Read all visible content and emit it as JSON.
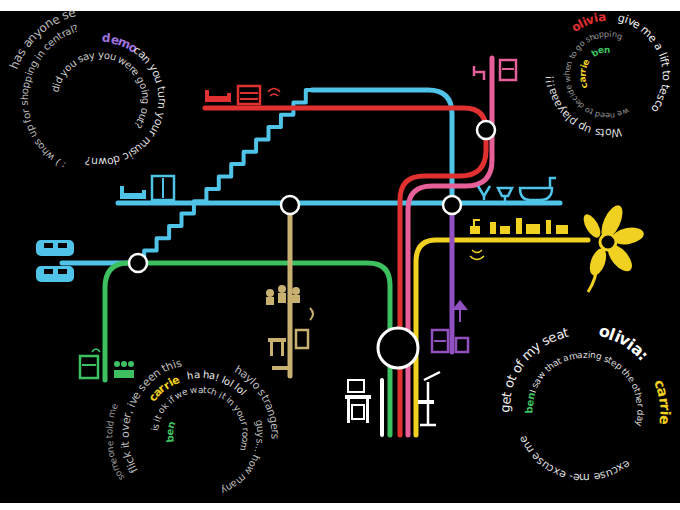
{
  "diagram": {
    "labels": [
      "has anyone se",
      "demo",
      "can you turn your music down?",
      "did you say you were going out?",
      ": ) whos up for shopping in central?",
      "olivia",
      "give me a lift to tesco",
      "Wots up playaaa!!!",
      "we need to decide when to go shopping",
      "carrie",
      "ben",
      "someone told me",
      "flick it over, ive seen this",
      "haylo strangers",
      "carrie",
      "ha ha! lol lol",
      "guys... how many",
      "is it ok if we watch it in your room",
      "ben",
      "ben",
      "I saw that amazing step the other day",
      "get ot of my seat",
      "olivia:",
      "carrie",
      "excuse me- excuse me"
    ]
  }
}
